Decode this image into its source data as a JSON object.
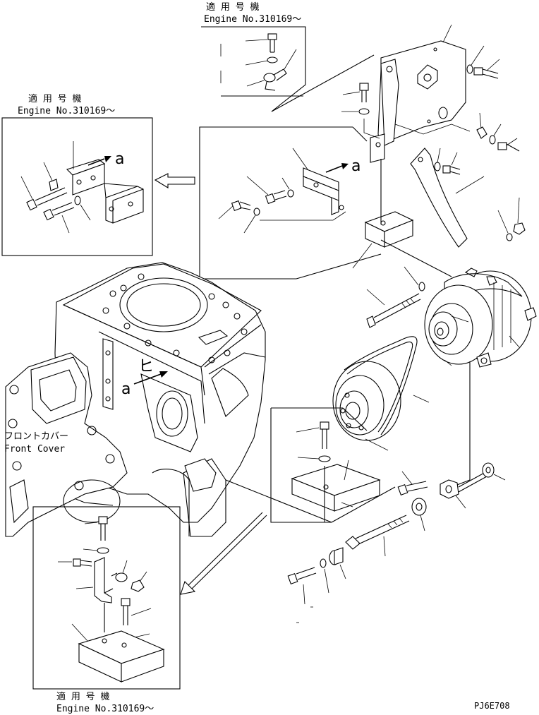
{
  "labels": {
    "applicable_top": "適 用 号 機",
    "engine_no_top": "Engine No.310169～",
    "applicable_left": "適 用 号 機",
    "engine_no_left": "Engine No.310169～",
    "applicable_bottom": "適 用 号 機",
    "engine_no_bottom": "Engine No.310169～",
    "front_cover_jp": "フロントカバー",
    "front_cover_en": "Front Cover",
    "view_a_left": "a",
    "view_a_center": "a",
    "view_a_engine": "a",
    "drawing_code": "PJ6E708"
  },
  "parts": {
    "icons": [
      "arrow-left-icon",
      "bolt-icon",
      "washer-icon",
      "nut-icon",
      "bracket-icon",
      "alternator-icon",
      "pulley-icon",
      "belt-icon",
      "adjust-plate-icon",
      "spacer-icon"
    ]
  },
  "colors": {
    "ink": "#000000",
    "paper": "#ffffff"
  }
}
